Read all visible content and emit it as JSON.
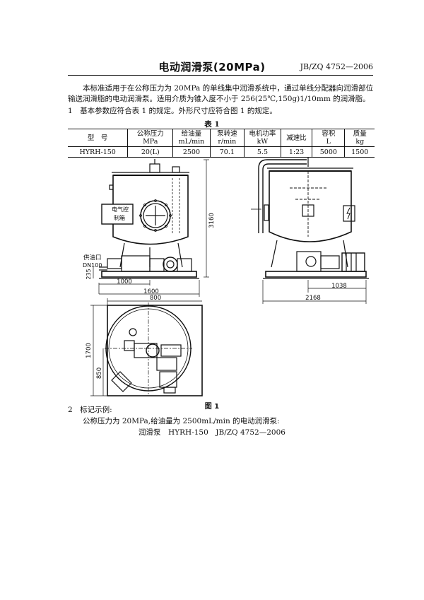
{
  "doc": {
    "title": "电动润滑泵(20MPa)",
    "standard_no": "JB/ZQ 4752—2006",
    "intro_line1": "本标准适用于在公称压力为 20MPa 的单线集中润滑系统中，通过单线分配器向润滑部位",
    "intro_line2": "输送润滑脂的电动润滑泵。适用介质为锥入度不小于 256(25℃,150g)1/10mm 的润滑脂。",
    "section1": "1　基本参数应符合表 1 的规定。外形尺寸应符合图 1 的规定。",
    "table_caption": "表 1",
    "table": {
      "headers": [
        [
          "型　号"
        ],
        [
          "公称压力",
          "MPa"
        ],
        [
          "给油量",
          "mL/min"
        ],
        [
          "泵转速",
          "r/min"
        ],
        [
          "电机功率",
          "kW"
        ],
        [
          "减速比"
        ],
        [
          "容积",
          "L"
        ],
        [
          "质量",
          "kg"
        ]
      ],
      "rows": [
        [
          "HYRH-150",
          "20(L)",
          "2500",
          "70.1",
          "5.5",
          "1:23",
          "5000",
          "1500"
        ]
      ]
    },
    "figure": {
      "panel_label_line1": "电气控",
      "panel_label_line2": "制箱",
      "outlet_label_line1": "供油口",
      "outlet_label_line2": "DN100",
      "dims": {
        "height": "3160",
        "outlet_height": "235",
        "base_to_center": "1000",
        "base_length": "1600",
        "base_width": "800",
        "side_offset": "1038",
        "overall_width": "2168",
        "plan_depth": "1700",
        "plan_half": "850"
      }
    },
    "figure_caption": "图 1",
    "section2": "2　标记示例:",
    "example_desc": "公称压力为 20MPa,给油量为 2500mL/min 的电动润滑泵:",
    "example_mark": "润滑泵　HYRH-150　JB/ZQ 4752—2006"
  }
}
